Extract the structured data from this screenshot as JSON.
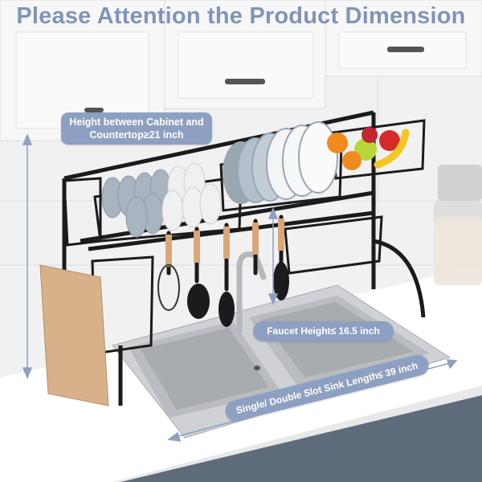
{
  "title": "Please Attention the Product Dimension",
  "callouts": {
    "height_line1": "Height between Cabinet and",
    "height_line2": "Countertop≥21 inch",
    "faucet": "Faucet Height≤ 16.5 inch",
    "sink": "Single/ Double Slot Sink Length≤ 39 inch"
  },
  "colors": {
    "accent": "#8ea0c2",
    "title": "#8194b8",
    "rack": "#1a1a1a",
    "sink": "#c5c7ca"
  }
}
